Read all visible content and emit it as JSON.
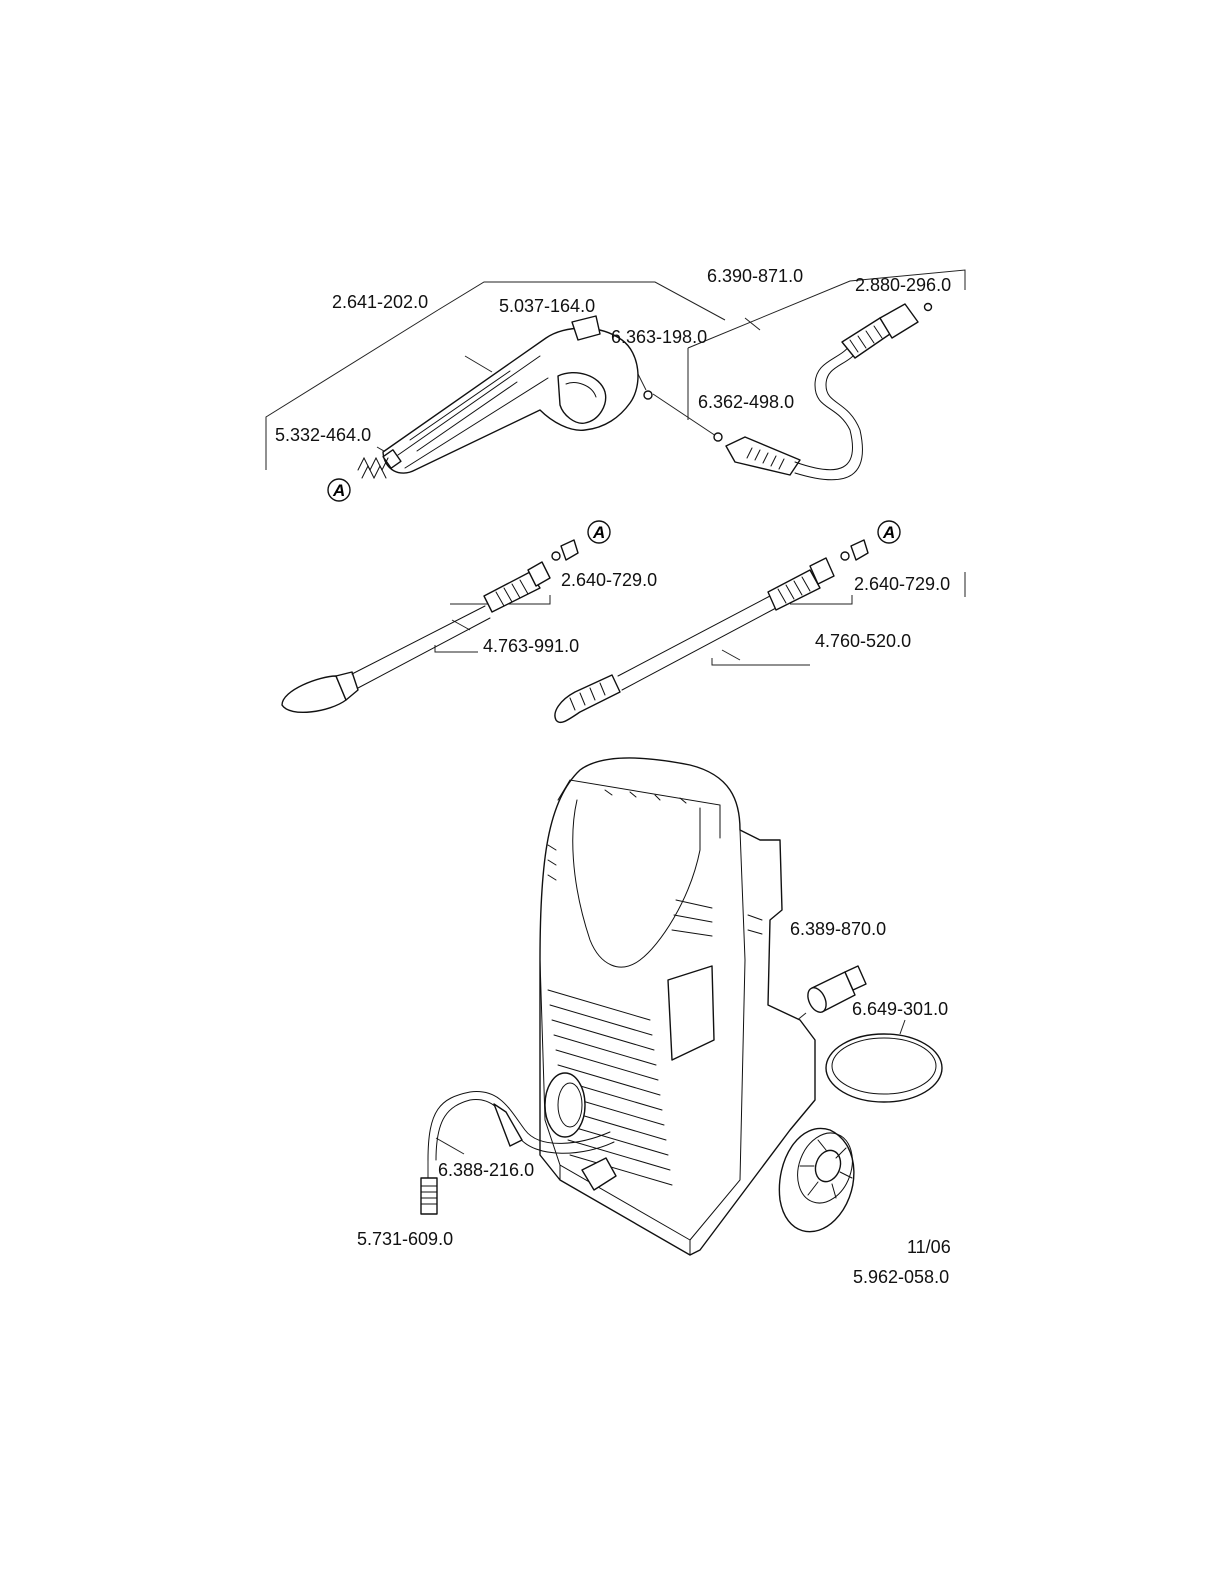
{
  "parts": {
    "gun_assembly": "2.641-202.0",
    "lock_clip": "5.037-164.0",
    "gun_o_ring": "6.363-198.0",
    "hose": "6.390-871.0",
    "hose_seal_kit": "2.880-296.0",
    "hose_o_ring": "6.362-498.0",
    "spring": "5.332-464.0",
    "seal_kit_1": "2.640-729.0",
    "seal_kit_2": "2.640-729.0",
    "dirt_blaster_lance": "4.763-991.0",
    "vario_lance": "4.760-520.0",
    "water_connector": "6.389-870.0",
    "gasket_ring": "6.649-301.0",
    "suction_hose": "6.388-216.0",
    "filter": "5.731-609.0"
  },
  "callouts": {
    "a1": "A",
    "a2": "A",
    "a3": "A"
  },
  "footer": {
    "date": "11/06",
    "drawing_number": "5.962-058.0"
  }
}
